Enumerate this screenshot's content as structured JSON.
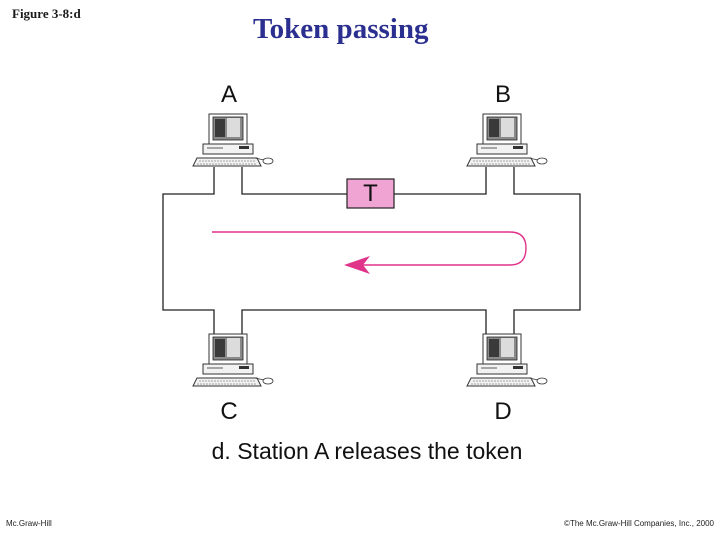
{
  "header": {
    "figure_label": "Figure 3-8:d",
    "title": "Token passing"
  },
  "diagram": {
    "stations": [
      {
        "label": "A"
      },
      {
        "label": "B"
      },
      {
        "label": "C"
      },
      {
        "label": "D"
      }
    ],
    "token": {
      "label": "T",
      "color": "#f0a4d4"
    },
    "flow_color": "#e0338a",
    "caption": "d. Station A releases the token"
  },
  "footer": {
    "left": "Mc.Graw-Hill",
    "right": "©The Mc.Graw-Hill Companies, Inc., 2000"
  }
}
